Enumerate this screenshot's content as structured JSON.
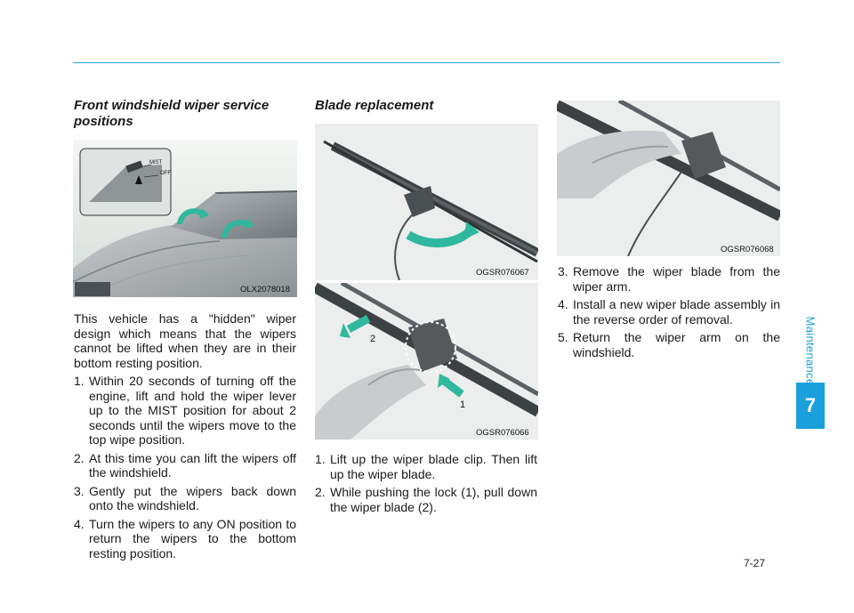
{
  "section": {
    "label": "Maintenance",
    "chapter": "7",
    "page_number": "7-27",
    "accent_color": "#1aa0dc"
  },
  "col1": {
    "heading": "Front windshield wiper service positions",
    "figure": {
      "code": "OLX2078018",
      "label_mist": "MIST",
      "label_off": "OFF"
    },
    "intro": "This vehicle has a \"hidden\" wiper design which means that the wipers cannot be lifted when they are in their bottom resting position.",
    "steps": [
      {
        "num": "1.",
        "text": "Within 20 seconds of turning off the engine, lift and hold the wiper lever up to the MIST position for about 2 seconds until the wipers move to the top wipe position."
      },
      {
        "num": "2.",
        "text": "At this time you can lift the wipers off the windshield."
      },
      {
        "num": "3.",
        "text": "Gently put the wipers back down onto the windshield."
      },
      {
        "num": "4.",
        "text": "Turn the wipers to any ON position to return the wipers to the bottom resting position."
      }
    ]
  },
  "col2": {
    "heading": "Blade replacement",
    "figure_top": {
      "code": "OGSR076067"
    },
    "figure_bottom": {
      "code": "OGSR076066",
      "label_1": "1",
      "label_2": "2"
    },
    "steps": [
      {
        "num": "1.",
        "text": "Lift up the wiper blade clip. Then lift up the wiper blade."
      },
      {
        "num": "2.",
        "text": "While pushing the lock (1), pull down the wiper blade (2)."
      }
    ]
  },
  "col3": {
    "figure": {
      "code": "OGSR076068"
    },
    "steps": [
      {
        "num": "3.",
        "text": "Remove the wiper blade from the wiper arm."
      },
      {
        "num": "4.",
        "text": "Install a new wiper blade assembly in the reverse order of removal."
      },
      {
        "num": "5.",
        "text": "Return the wiper arm on the windshield."
      }
    ]
  }
}
